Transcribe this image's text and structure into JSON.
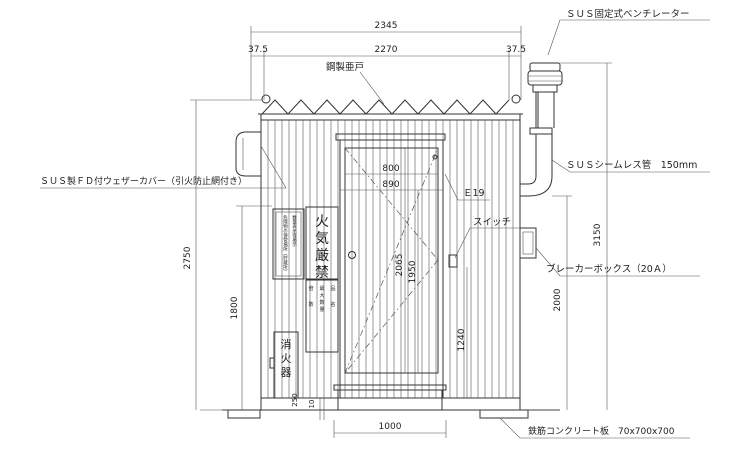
{
  "dims": {
    "overall_width": "2345",
    "left_eave": "37.5",
    "inner_width": "2270",
    "right_eave": "37.5",
    "total_height": "2750",
    "overall_height": "3150",
    "door_clear_width": "800",
    "door_frame_width": "890",
    "door_height": "2065",
    "door_frame_height": "1950",
    "lower_height_left": "1800",
    "lower_height_right": "2000",
    "switch_height": "1240",
    "step_width": "1000",
    "small_a": "250",
    "small_b": "10"
  },
  "labels": {
    "ventilator": "ＳＵＳ固定式ベンチレーター",
    "roof": "鋼製亜戸",
    "weather_cover": "ＳＵＳ製ＦＤ付ウェザーカバー（引火防止網付き）",
    "pipe": "ＳＵＳシームレス管　150mm",
    "conduit": "Ｅ19",
    "switch": "スイッチ",
    "breaker": "ブレーカーボックス（20Ａ）",
    "foundation": "鉄筋コンクリート板　70x700x700"
  },
  "signs": {
    "fire": [
      "火",
      "気",
      "厳",
      "禁"
    ],
    "extinguisher": [
      "消",
      "火",
      "器"
    ],
    "hazmat_left": [
      "危険物の保管場所（貯蔵所）",
      "数量表示等掲示"
    ],
    "storage_cols": [
      [
        "品",
        "名"
      ],
      [
        "最",
        "大",
        "数",
        "量"
      ],
      [
        "倍",
        "数"
      ]
    ]
  },
  "icons": {
    "door_knob": "circle-knob-icon"
  }
}
